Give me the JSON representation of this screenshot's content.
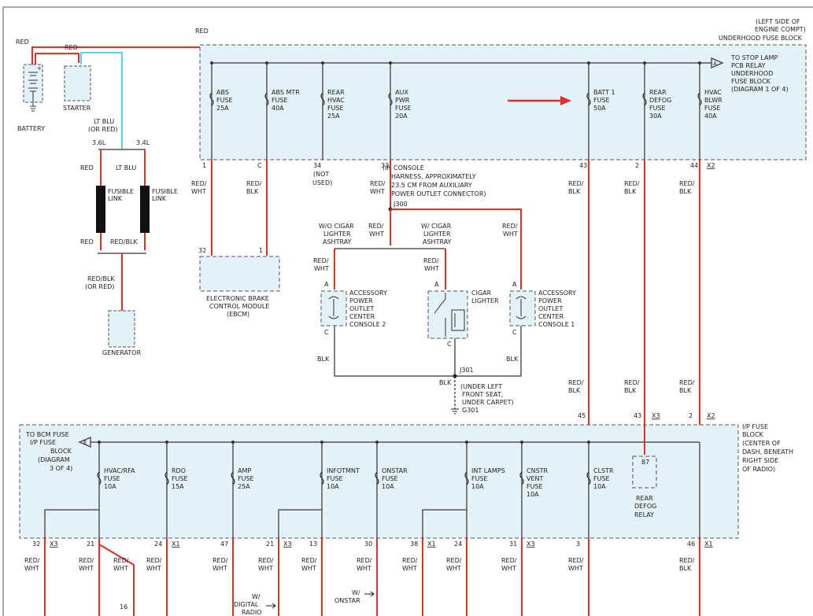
{
  "labels": {
    "red_top": "RED",
    "red_top2": "RED",
    "red_top3": "RED",
    "battery": "BATTERY",
    "starter": "STARTER",
    "lt_blu_or_red": [
      "LT BLU",
      "(OR RED)"
    ],
    "link_36": "3.6L",
    "link_34": "3.4L",
    "red_a": "RED",
    "lt_blu_b": "LT BLU",
    "fusible_link": [
      "FUSIBLE",
      "LINK"
    ],
    "red_c": "RED",
    "red_blk_c": "RED/BLK",
    "red_blk_or_red": [
      "RED/BLK",
      "(OR RED)"
    ],
    "generator": "GENERATOR",
    "left_side": [
      "(LEFT SIDE OF",
      "ENGINE COMPT)",
      "UNDERHOOD FUSE BLOCK"
    ],
    "to_stop_lamp": [
      "TO STOP LAMP",
      "PCB RELAY",
      "UNDERHOOD",
      "FUSE BLOCK",
      "(DIAGRAM 1 OF 4)"
    ],
    "in_console": [
      "(IN CONSOLE",
      "HARNESS, APPROXIMATELY",
      "23.5 CM FROM AUXILIARY",
      "POWER OUTLET CONNECTOR)"
    ],
    "not_used": [
      "(NOT",
      "USED)"
    ],
    "ebcm": [
      "ELECTRONIC BRAKE",
      "CONTROL MODULE",
      "(EBCM)"
    ],
    "wo_cigar": [
      "W/O CIGAR",
      "LIGHTER",
      "ASHTRAY"
    ],
    "w_cigar": [
      "W/ CIGAR",
      "LIGHTER",
      "ASHTRAY"
    ],
    "acc_outlet_2": [
      "ACCESSORY",
      "POWER",
      "OUTLET",
      "CENTER",
      "CONSOLE 2"
    ],
    "cigar_lighter": [
      "CIGAR",
      "LIGHTER"
    ],
    "acc_outlet_1": [
      "ACCESSORY",
      "POWER",
      "OUTLET",
      "CENTER",
      "CONSOLE 1"
    ],
    "under_seat": [
      "(UNDER LEFT",
      "FRONT SEAT,",
      "UNDER CARPET)"
    ],
    "ip_fuse_block": [
      "I/P FUSE",
      "BLOCK",
      "(CENTER OF",
      "DASH, BENEATH",
      "RIGHT SIDE",
      "OF RADIO)"
    ],
    "to_bcm": [
      "TO BCM FUSE",
      "I/P FUSE",
      "BLOCK",
      "(DIAGRAM",
      "3 OF 4)"
    ],
    "rear_defog_relay": [
      "REAR",
      "DEFOG",
      "RELAY"
    ],
    "w_digital_radio": [
      "W/",
      "DIGITAL",
      "RADIO"
    ],
    "w_onstar": [
      "W/",
      "ONSTAR"
    ],
    "splices": {
      "j300": "J300",
      "j301": "J301",
      "g301": "G301"
    },
    "blk": "BLK",
    "red_wht": [
      "RED/",
      "WHT"
    ],
    "red_blk": [
      "RED/",
      "BLK"
    ],
    "conn_a": "A",
    "conn_c": "C",
    "conn_e": "E",
    "relay_87": "87",
    "num_16": "16"
  },
  "top_fuses": [
    {
      "name": [
        "ABS",
        "FUSE",
        "25A"
      ],
      "pin": "1",
      "wire": [
        "RED/",
        "WHT"
      ]
    },
    {
      "name": [
        "ABS MTR",
        "FUSE",
        "40A"
      ],
      "pin": "C",
      "wire": [
        "RED/",
        "BLK"
      ]
    },
    {
      "name": [
        "REAR",
        "HVAC",
        "FUSE",
        "25A"
      ],
      "pin": "34",
      "wire": []
    },
    {
      "name": [
        "AUX",
        "PWR",
        "FUSE",
        "20A"
      ],
      "pin": "33",
      "wire": [
        "RED/",
        "WHT"
      ]
    },
    {
      "name": [
        "BATT 1",
        "FUSE",
        "50A"
      ],
      "pin": "43",
      "wire": [
        "RED/",
        "BLK"
      ]
    },
    {
      "name": [
        "REAR",
        "DEFOG",
        "FUSE",
        "30A"
      ],
      "pin": "2",
      "wire": [
        "RED/",
        "BLK"
      ]
    },
    {
      "name": [
        "HVAC",
        "BLWR",
        "FUSE",
        "40A"
      ],
      "pin": "44",
      "conn": "X2",
      "wire": [
        "RED/",
        "BLK"
      ]
    }
  ],
  "ebcm_pins": [
    "32",
    "1"
  ],
  "ip_inputs": [
    {
      "pin": "45",
      "wire": [
        "RED/",
        "BLK"
      ]
    },
    {
      "pin": "43",
      "conn": "X3",
      "wire": [
        "RED/",
        "BLK"
      ]
    },
    {
      "pin": "2",
      "conn": "X2",
      "wire": [
        "RED/",
        "BLK"
      ]
    }
  ],
  "bottom_fuses": [
    {
      "name": [
        "HVAC/RFA",
        "FUSE",
        "10A"
      ]
    },
    {
      "name": [
        "RDO",
        "FUSE",
        "15A"
      ]
    },
    {
      "name": [
        "AMP",
        "FUSE",
        "25A"
      ]
    },
    {
      "name": [
        "INFOTMNT",
        "FUSE",
        "10A"
      ]
    },
    {
      "name": [
        "ONSTAR",
        "FUSE",
        "10A"
      ]
    },
    {
      "name": [
        "INT LAMPS",
        "FUSE",
        "10A"
      ]
    },
    {
      "name": [
        "CNSTR",
        "VENT",
        "FUSE",
        "10A"
      ]
    },
    {
      "name": [
        "CLSTR",
        "FUSE",
        "10A"
      ]
    }
  ],
  "bottom_pins": [
    {
      "pin": "32",
      "conn": "X3"
    },
    {
      "pin": "21",
      "conn": ""
    },
    {
      "pin": "24",
      "conn": "X1"
    },
    {
      "pin": "47",
      "conn": ""
    },
    {
      "pin": "21",
      "conn": "X3"
    },
    {
      "pin": "13",
      "conn": ""
    },
    {
      "pin": "30",
      "conn": ""
    },
    {
      "pin": "38",
      "conn": "X1"
    },
    {
      "pin": "24",
      "conn": ""
    },
    {
      "pin": "31",
      "conn": "X3"
    },
    {
      "pin": "3",
      "conn": ""
    },
    {
      "pin": "46",
      "conn": "X1"
    }
  ]
}
